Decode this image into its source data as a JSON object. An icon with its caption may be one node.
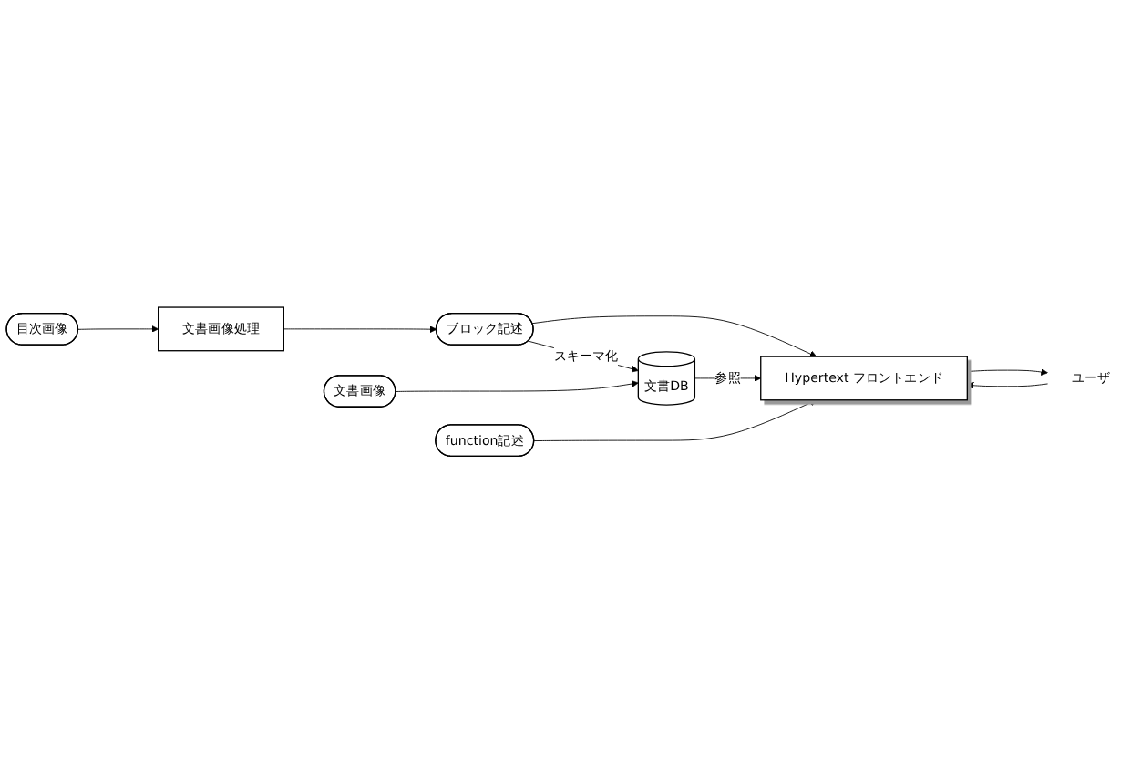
{
  "diagram": {
    "nodes": [
      {
        "text": [
          "目次画像"
        ]
      },
      {
        "text": [
          "文書画像処理"
        ]
      },
      {
        "text": [
          "ブロック記述"
        ]
      },
      {
        "text": [
          "Hypertext フロントエンド"
        ]
      },
      {
        "text": [
          "文書DB"
        ]
      },
      {
        "text": [
          "function記述"
        ]
      },
      {
        "text": [
          "文書画像"
        ]
      },
      {
        "text": [
          "ユーザ"
        ]
      }
    ],
    "edges": [
      {
        "from": 0,
        "to": 1,
        "arrow": "to"
      },
      {
        "from": 1,
        "to": 2,
        "arrow": "to"
      },
      {
        "from": 2,
        "to": 4,
        "arrow": "to",
        "label": "スキーマ化"
      },
      {
        "from": 2,
        "to": 3,
        "arrow": "to"
      },
      {
        "from": 4,
        "to": 3,
        "arrow": "to",
        "label": "参照"
      },
      {
        "from": 7,
        "to": 3,
        "arrow": "to"
      },
      {
        "from": 3,
        "to": 7,
        "arrow": "to"
      },
      {
        "from": 5,
        "to": 3,
        "arrow": "to"
      },
      {
        "from": 6,
        "to": 4,
        "arrow": "to"
      }
    ]
  }
}
